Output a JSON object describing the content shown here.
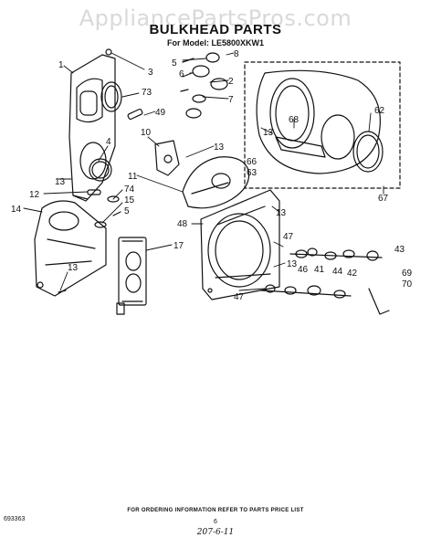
{
  "watermark": "AppliancePartsPros.com",
  "title": "BULKHEAD PARTS",
  "model_line": "For Model: LE5800XKW1",
  "callouts": [
    "1",
    "3",
    "73",
    "49",
    "5",
    "6",
    "2",
    "8",
    "7",
    "10",
    "13",
    "4",
    "13",
    "11",
    "12",
    "74",
    "15",
    "14",
    "5",
    "13",
    "48",
    "17",
    "13",
    "47",
    "13",
    "46",
    "41",
    "44",
    "42",
    "43",
    "69",
    "70",
    "47",
    "13",
    "68",
    "62",
    "66",
    "63",
    "67"
  ],
  "footer_note": "FOR ORDERING INFORMATION REFER TO PARTS PRICE LIST",
  "page_number": "6",
  "doc_number": "693363",
  "handwritten_note": "207-6-11"
}
